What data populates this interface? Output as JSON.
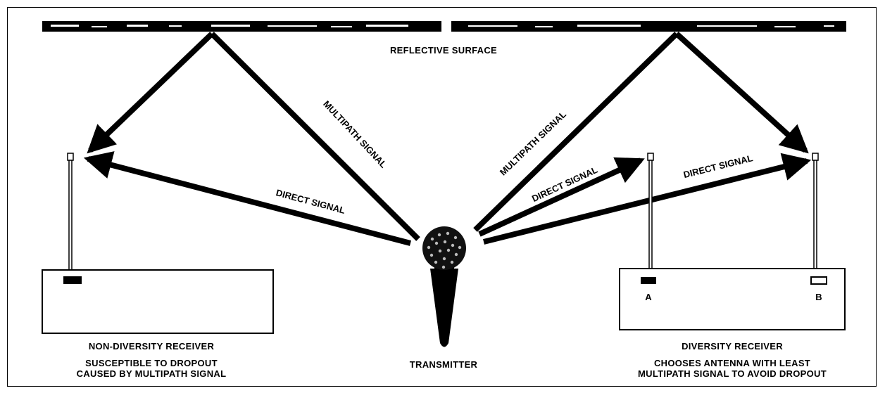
{
  "reflective_surface_label": "REFLECTIVE SURFACE",
  "signals": {
    "multipath_left": "MULTIPATH SIGNAL",
    "direct_left": "DIRECT SIGNAL",
    "multipath_right": "MULTIPATH SIGNAL",
    "direct_right_a": "DIRECT SIGNAL",
    "direct_right_b": "DIRECT SIGNAL"
  },
  "non_diversity": {
    "title": "NON-DIVERSITY RECEIVER",
    "line1": "SUSCEPTIBLE TO DROPOUT",
    "line2": "CAUSED BY MULTIPATH SIGNAL"
  },
  "transmitter": {
    "label": "TRANSMITTER"
  },
  "diversity": {
    "title": "DIVERSITY RECEIVER",
    "line1": "CHOOSES ANTENNA WITH LEAST",
    "line2": "MULTIPATH SIGNAL TO AVOID DROPOUT",
    "antenna_a": "A",
    "antenna_b": "B"
  }
}
